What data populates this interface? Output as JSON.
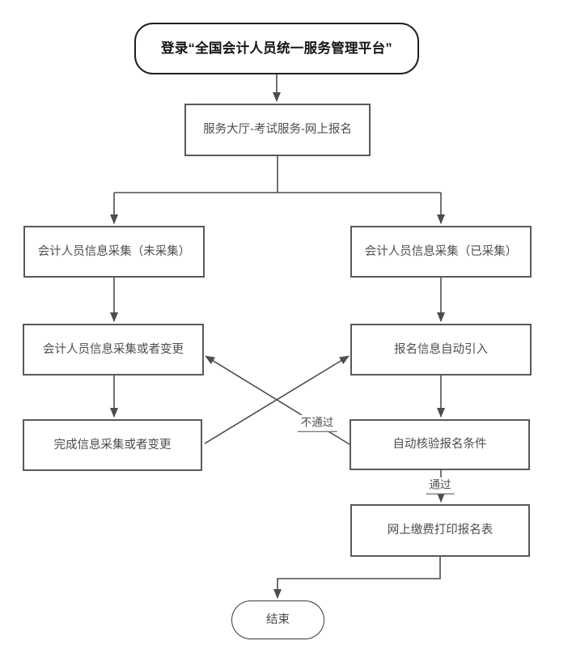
{
  "diagram": {
    "type": "flowchart",
    "nodes": {
      "start": {
        "label": "登录“全国会计人员统一服务管理平台”",
        "shape": "stadium"
      },
      "hall": {
        "label": "服务大厅-考试服务-网上报名",
        "shape": "rect"
      },
      "collect_not": {
        "label": "会计人员信息采集（未采集）",
        "shape": "rect"
      },
      "collect_done": {
        "label": "会计人员信息采集（已采集）",
        "shape": "rect"
      },
      "collect_change": {
        "label": "会计人员信息采集或者变更",
        "shape": "rect"
      },
      "auto_import": {
        "label": "报名信息自动引入",
        "shape": "rect"
      },
      "finish_change": {
        "label": "完成信息采集或者变更",
        "shape": "rect"
      },
      "auto_verify": {
        "label": "自动核验报名条件",
        "shape": "rect"
      },
      "pay_print": {
        "label": "网上缴费打印报名表",
        "shape": "rect"
      },
      "end": {
        "label": "结束",
        "shape": "stadium"
      }
    },
    "edges": [
      {
        "from": "start",
        "to": "hall"
      },
      {
        "from": "hall",
        "to": "collect_not"
      },
      {
        "from": "hall",
        "to": "collect_done"
      },
      {
        "from": "collect_not",
        "to": "collect_change"
      },
      {
        "from": "collect_done",
        "to": "auto_import"
      },
      {
        "from": "collect_change",
        "to": "finish_change"
      },
      {
        "from": "auto_import",
        "to": "auto_verify"
      },
      {
        "from": "finish_change",
        "to": "auto_import"
      },
      {
        "from": "auto_verify",
        "to": "collect_change",
        "label": "不通过"
      },
      {
        "from": "auto_verify",
        "to": "pay_print",
        "label": "通过"
      },
      {
        "from": "pay_print",
        "to": "end"
      }
    ],
    "colors": {
      "line": "#4d4d4d",
      "box_border": "#595959",
      "box_text": "#4d4d4d",
      "start_border": "#1f1f1f",
      "background": "#ffffff"
    }
  }
}
